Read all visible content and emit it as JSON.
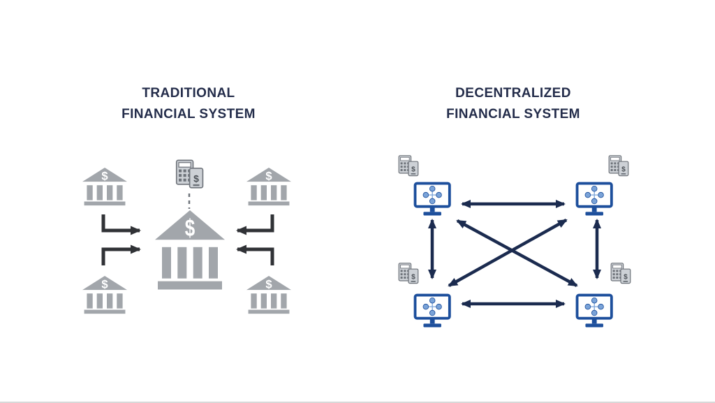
{
  "colors": {
    "background": "#ffffff",
    "border_bottom": "#d8d8d8",
    "title_navy": "#232c4a",
    "arrow_dark": "#303236",
    "arrow_navy": "#1b2b4f",
    "bank_gray": "#a2a6ab",
    "monitor_blue": "#1d4f9c",
    "glyph_blue": "#7aa3d8",
    "device_fill": "#cdd1d6",
    "device_stroke": "#6e737a"
  },
  "symbols": {
    "dollar": "$"
  },
  "left_panel": {
    "title": {
      "line1": "TRADITIONAL",
      "line2": "FINANCIAL SYSTEM"
    },
    "diagram": {
      "type": "hub-and-spoke",
      "hub": {
        "id": "central-bank",
        "icon": "bank-dollar-icon"
      },
      "hub_device": {
        "icon": "calculator-payment-device-icon",
        "link_style": "dashed"
      },
      "spokes": [
        {
          "id": "bank-top-left",
          "icon": "bank-dollar-icon"
        },
        {
          "id": "bank-top-right",
          "icon": "bank-dollar-icon"
        },
        {
          "id": "bank-bottom-left",
          "icon": "bank-dollar-icon"
        },
        {
          "id": "bank-bottom-right",
          "icon": "bank-dollar-icon"
        }
      ],
      "edges": [
        {
          "from": "bank-top-left",
          "to": "central-bank",
          "direction": "one-way"
        },
        {
          "from": "bank-bottom-left",
          "to": "central-bank",
          "direction": "one-way"
        },
        {
          "from": "bank-top-right",
          "to": "central-bank",
          "direction": "one-way"
        },
        {
          "from": "bank-bottom-right",
          "to": "central-bank",
          "direction": "one-way"
        }
      ]
    }
  },
  "right_panel": {
    "title": {
      "line1": "DECENTRALIZED",
      "line2": "FINANCIAL SYSTEM"
    },
    "diagram": {
      "type": "mesh",
      "nodes": [
        {
          "id": "computer-top-left",
          "icon": "computer-network-icon",
          "device": "calculator-payment-device-icon"
        },
        {
          "id": "computer-top-right",
          "icon": "computer-network-icon",
          "device": "calculator-payment-device-icon"
        },
        {
          "id": "computer-bottom-left",
          "icon": "computer-network-icon",
          "device": "calculator-payment-device-icon"
        },
        {
          "id": "computer-bottom-right",
          "icon": "computer-network-icon",
          "device": "calculator-payment-device-icon"
        }
      ],
      "edges": [
        {
          "from": "computer-top-left",
          "to": "computer-top-right",
          "direction": "two-way"
        },
        {
          "from": "computer-bottom-left",
          "to": "computer-bottom-right",
          "direction": "two-way"
        },
        {
          "from": "computer-top-left",
          "to": "computer-bottom-left",
          "direction": "two-way"
        },
        {
          "from": "computer-top-right",
          "to": "computer-bottom-right",
          "direction": "two-way"
        },
        {
          "from": "computer-top-left",
          "to": "computer-bottom-right",
          "direction": "two-way"
        },
        {
          "from": "computer-bottom-left",
          "to": "computer-top-right",
          "direction": "two-way"
        }
      ]
    }
  }
}
